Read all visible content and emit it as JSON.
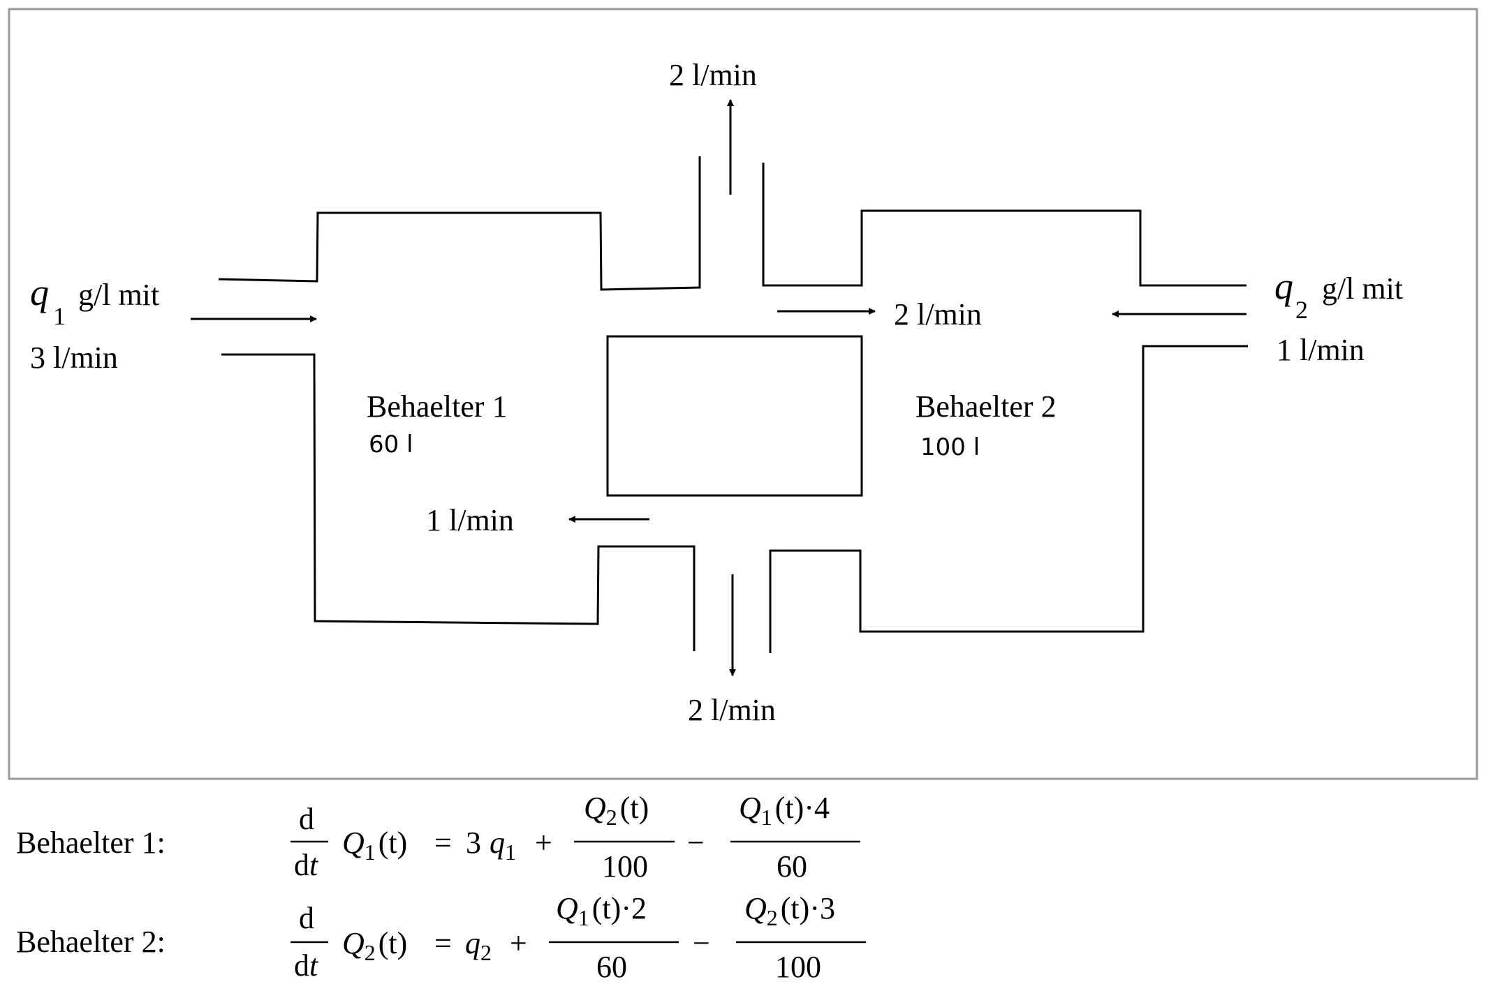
{
  "diagram": {
    "top_outflow_label": "2 l/min",
    "bottom_outflow_label": "2 l/min",
    "transfer_right_label": "2 l/min",
    "transfer_left_label": "1 l/min",
    "inlet_1": {
      "concentration_symbol": "q",
      "concentration_index": "1",
      "concentration_text": "g/l mit",
      "flow_label": "3 l/min"
    },
    "inlet_2": {
      "concentration_symbol": "q",
      "concentration_index": "2",
      "concentration_text": "g/l mit",
      "flow_label": "1 l/min"
    },
    "tank_1": {
      "name": "Behaelter 1",
      "volume": "60 l"
    },
    "tank_2": {
      "name": "Behaelter 2",
      "volume": "100 l"
    },
    "colors": {
      "stroke": "#000000",
      "frame": "#999999",
      "background": "#ffffff"
    }
  },
  "equations": {
    "tank_1": {
      "label": "Behaelter 1:",
      "d_num": "d",
      "d_den_d": "d",
      "d_den_t": "t",
      "q_sym": "Q",
      "q_idx": "1",
      "q_arg": "(t)",
      "eq_sign": "=",
      "lead_coeff": "3",
      "src_sym": "q",
      "src_idx": "1",
      "plus": "+",
      "minus": "−",
      "f1_sym": "Q",
      "f1_idx": "2",
      "f1_arg": "(t)",
      "f1_mult": "",
      "f1_den": "100",
      "f2_sym": "Q",
      "f2_idx": "1",
      "f2_arg": "(t)",
      "f2_mult": "·4",
      "f2_den": "60"
    },
    "tank_2": {
      "label": "Behaelter 2:",
      "d_num": "d",
      "d_den_d": "d",
      "d_den_t": "t",
      "q_sym": "Q",
      "q_idx": "2",
      "q_arg": "(t)",
      "eq_sign": "=",
      "src_sym": "q",
      "src_idx": "2",
      "plus": "+",
      "minus": "−",
      "f1_sym": "Q",
      "f1_idx": "1",
      "f1_arg": "(t)",
      "f1_mult": "·2",
      "f1_den": "60",
      "f2_sym": "Q",
      "f2_idx": "2",
      "f2_arg": "(t)",
      "f2_mult": "·3",
      "f2_den": "100"
    }
  }
}
